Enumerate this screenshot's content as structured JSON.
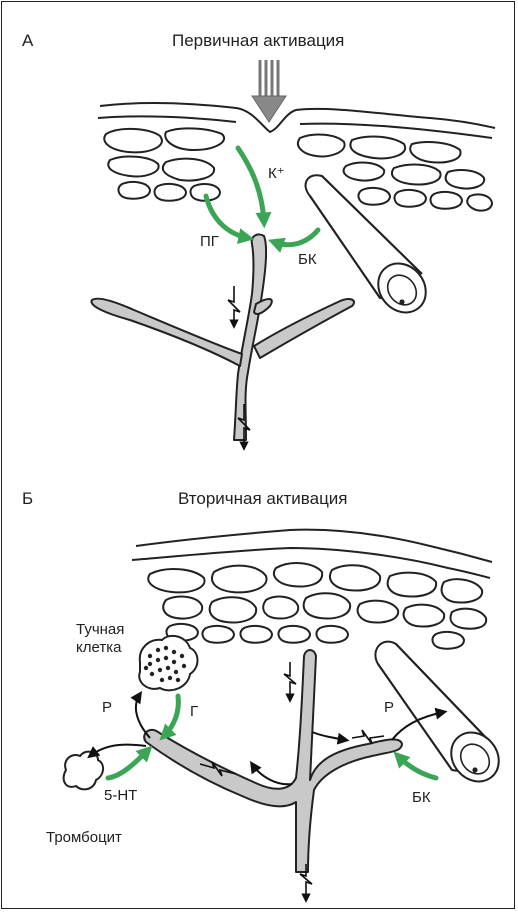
{
  "panel_a": {
    "letter": "A",
    "title": "Первичная активация",
    "labels": {
      "k_plus": "К⁺",
      "pg": "ПГ",
      "bk": "БК"
    }
  },
  "panel_b": {
    "letter": "Б",
    "title": "Вторичная активация",
    "labels": {
      "mast_cell_line1": "Тучная",
      "mast_cell_line2": "клетка",
      "p_left": "Р",
      "g": "Г",
      "serotonin": "5-НТ",
      "platelet": "Тромбоцит",
      "p_right": "Р",
      "bk": "БК"
    }
  },
  "colors": {
    "green_arrow": "#3aa655",
    "nerve_fill": "#c9c9c9",
    "line": "#222222"
  }
}
